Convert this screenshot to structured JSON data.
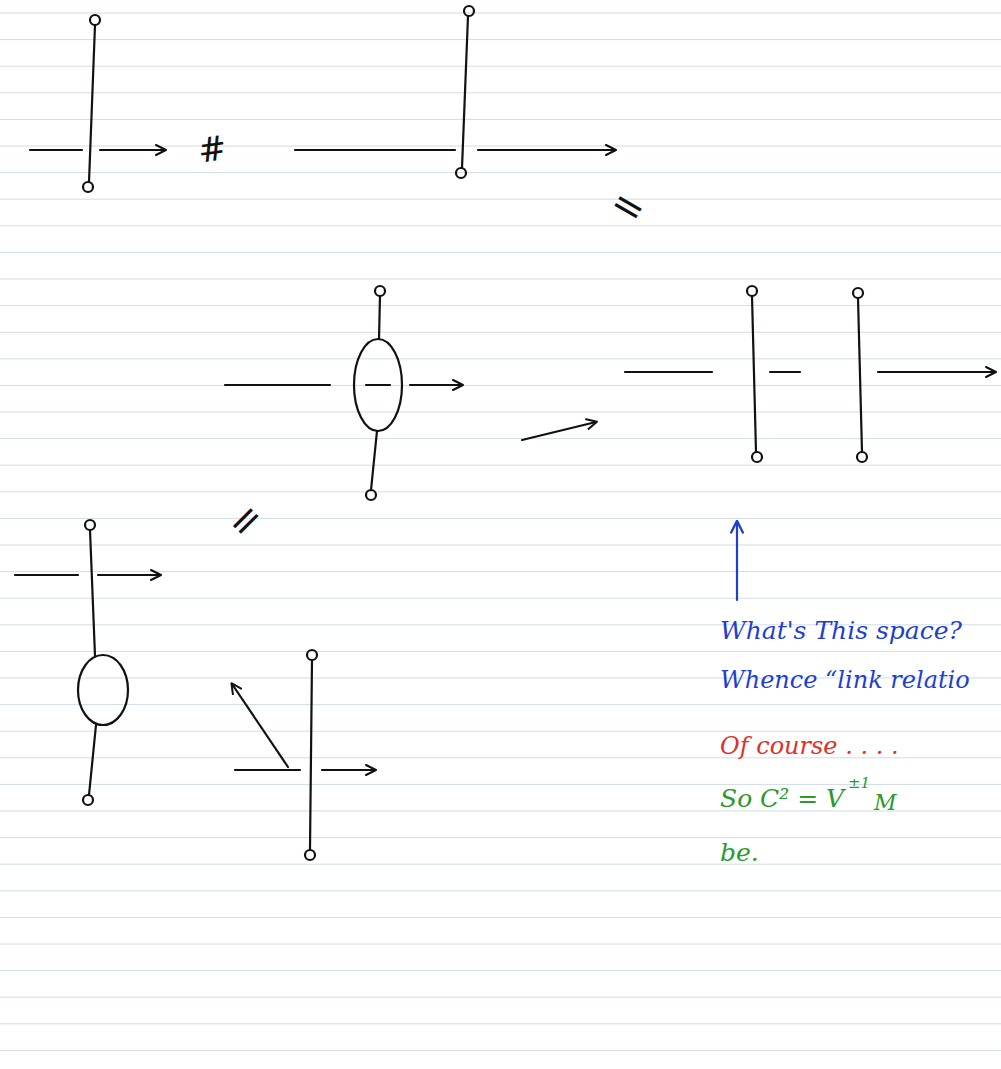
{
  "diagram": {
    "labels": [
      "#",
      "=",
      "=",
      "What's This space?",
      "Whence “link relatio",
      "Of course . . . .",
      "So C² = V",
      "±1",
      "M",
      "be."
    ]
  }
}
